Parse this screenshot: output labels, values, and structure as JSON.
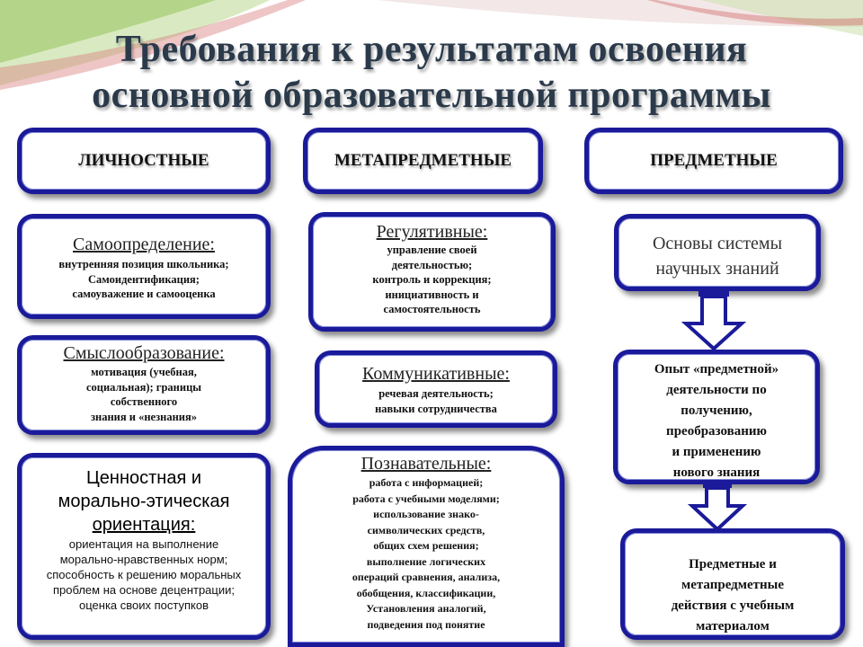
{
  "title": {
    "line1": "Требования к результатам освоения",
    "line2": "основной образовательной  программы"
  },
  "headers": {
    "personal": "ЛИЧНОСТНЫЕ",
    "meta": "МЕТАПРЕДМЕТНЫЕ",
    "subject": "ПРЕДМЕТНЫЕ"
  },
  "personal": {
    "self": {
      "heading": "Самоопределение:",
      "lines": [
        "внутренняя позиция школьника;",
        "Самоидентификация;",
        "самоуважение и самооценка"
      ]
    },
    "meaning": {
      "heading": "Смыслообразование:",
      "lines": [
        "мотивация (учебная,",
        "социальная); границы",
        "собственного",
        "знания и «незнания»"
      ]
    },
    "values": {
      "heading_lines": [
        "Ценностная и",
        "морально-этическая",
        "ориентация:"
      ],
      "lines": [
        "ориентация на выполнение",
        "морально-нравственных норм;",
        "способность к решению моральных",
        "проблем на основе децентрации;",
        "оценка своих поступков"
      ]
    }
  },
  "meta": {
    "regulative": {
      "heading": "Регулятивные:",
      "lines": [
        "управление своей",
        "деятельностью;",
        "контроль и коррекция;",
        "инициативность и",
        "самостоятельность"
      ]
    },
    "communicative": {
      "heading": "Коммуникативные:",
      "lines": [
        "речевая деятельность;",
        "навыки сотрудничества"
      ]
    },
    "cognitive": {
      "heading": "Познавательные:",
      "lines": [
        "работа с информацией;",
        "работа с учебными моделями;",
        "использование знако-",
        "символических средств,",
        "общих схем решения;",
        "выполнение логических",
        "операций сравнения,  анализа,",
        "обобщения, классификации,",
        "Установления аналогий,",
        "подведения под понятие"
      ]
    }
  },
  "subject": {
    "basics": {
      "lines": [
        "Основы системы",
        "научных знаний"
      ]
    },
    "experience": {
      "lines": [
        "Опыт «предметной»",
        "деятельности по",
        "получению,",
        "преобразованию",
        "и применению",
        "нового знания"
      ]
    },
    "actions": {
      "lines": [
        "Предметные и",
        "метапредметные",
        "действия с учебным",
        "материалом"
      ]
    }
  },
  "colors": {
    "border": "#1a1a9a",
    "title": "#2b3a4a",
    "stripe_green": "#8fbf4f",
    "stripe_red": "#c94b4b"
  }
}
